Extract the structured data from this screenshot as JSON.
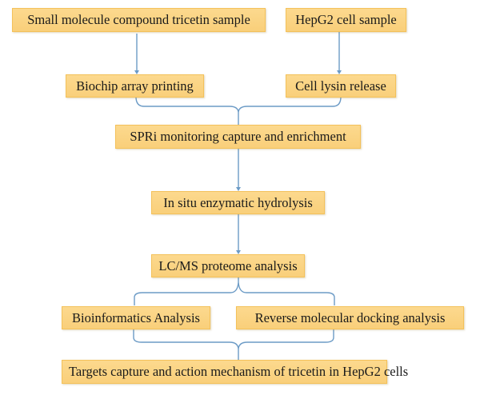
{
  "title": "Workflow for target capture of tricetin in HepG2 cells",
  "nodes": {
    "compound_sample": "Small molecule compound tricetin sample",
    "cell_sample": "HepG2 cell sample",
    "biochip_printing": "Biochip array printing",
    "cell_lysin": "Cell lysin release",
    "spri": "SPRi monitoring capture and enrichment",
    "hydrolysis": "In situ enzymatic hydrolysis",
    "lcms": "LC/MS proteome analysis",
    "bioinformatics": "Bioinformatics Analysis",
    "docking": "Reverse molecular docking analysis",
    "targets": "Targets capture and action mechanism of tricetin in HepG2 cells"
  },
  "colors": {
    "box_fill": "#fcd98e",
    "box_border": "#f4c15a",
    "connector": "#6c9bc6"
  }
}
